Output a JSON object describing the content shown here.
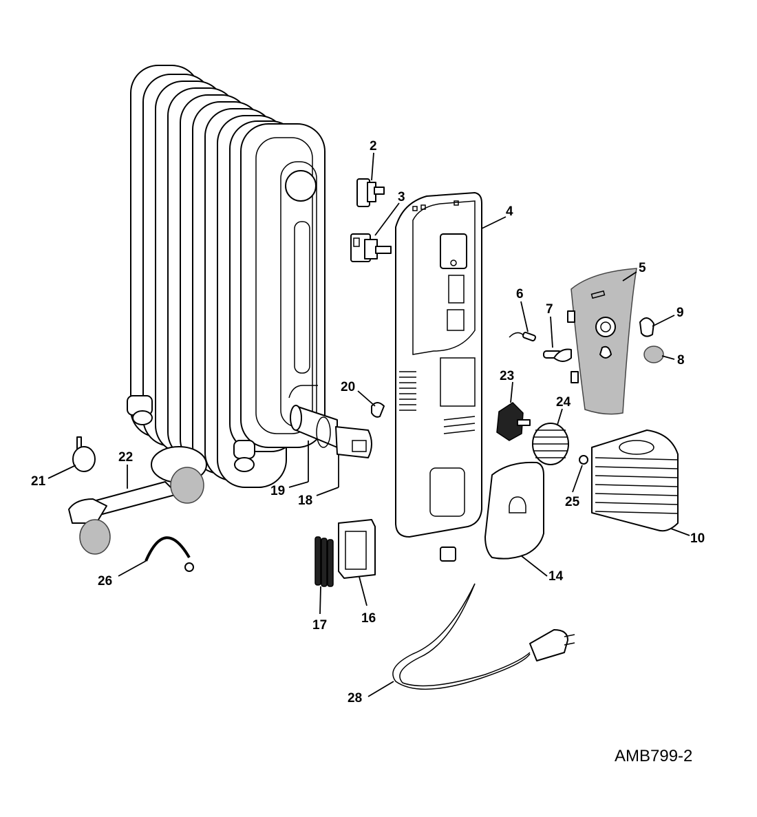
{
  "drawing_code": "AMB799-2",
  "part_labels": [
    "2",
    "3",
    "4",
    "5",
    "6",
    "7",
    "8",
    "9",
    "10",
    "14",
    "16",
    "17",
    "18",
    "19",
    "20",
    "21",
    "22",
    "23",
    "24",
    "25",
    "26",
    "28"
  ]
}
